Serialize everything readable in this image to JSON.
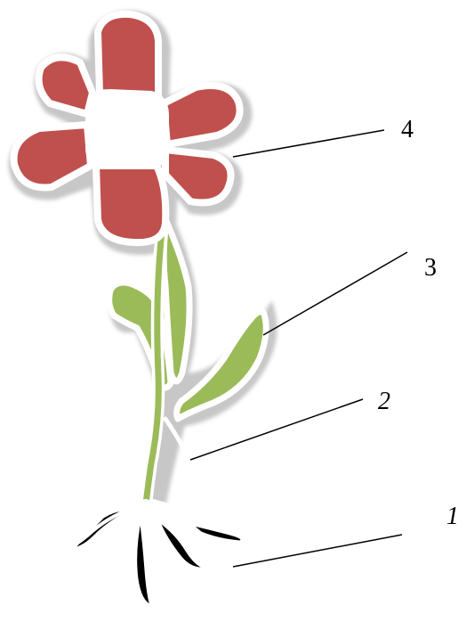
{
  "callouts": [
    {
      "id": "roots",
      "text": "1",
      "italic": true
    },
    {
      "id": "stem",
      "text": "2",
      "italic": true
    },
    {
      "id": "leaf",
      "text": "3",
      "italic": false
    },
    {
      "id": "flower",
      "text": "4",
      "italic": false
    }
  ],
  "colors": {
    "petal": "#c0504d",
    "leaf": "#9bbb59",
    "root": "#000000",
    "outline": "#ffffff",
    "shadow": "#9a9a9a",
    "line": "#000000"
  },
  "icons": {
    "flower": "flower-icon",
    "leaves": "leaf-icon",
    "roots": "root-icon"
  }
}
